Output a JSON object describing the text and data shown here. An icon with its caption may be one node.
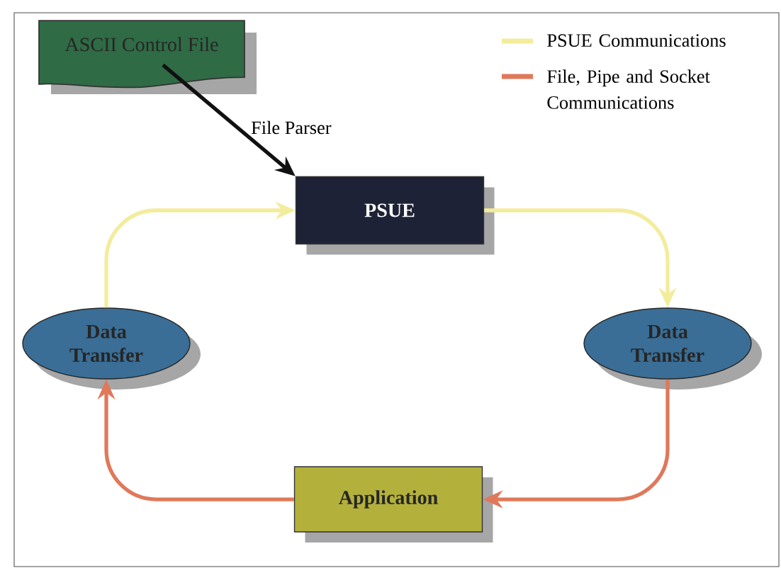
{
  "diagram": {
    "nodes": [
      {
        "text": [
          "ASCII Control File"
        ]
      },
      {
        "text": [
          "PSUE"
        ]
      },
      {
        "text": [
          "Data Transfer"
        ]
      },
      {
        "text": [
          "Data Transfer"
        ]
      },
      {
        "text": [
          "Application"
        ]
      }
    ],
    "edges": [
      {
        "from": 0,
        "to": 1,
        "arrow": "to",
        "label": "File Parser",
        "color": "#111111"
      },
      {
        "from": 2,
        "to": 1,
        "arrow": "to",
        "color": "#f3ec9c"
      },
      {
        "from": 1,
        "to": 3,
        "arrow": "to",
        "color": "#f3ec9c"
      },
      {
        "from": 3,
        "to": 4,
        "arrow": "to",
        "color": "#e0785a"
      },
      {
        "from": 4,
        "to": 2,
        "arrow": "to",
        "color": "#e0785a"
      }
    ],
    "legend": [
      {
        "text": "PSUE Communications"
      },
      {
        "text": "File, Pipe and Socket Communications"
      }
    ]
  }
}
